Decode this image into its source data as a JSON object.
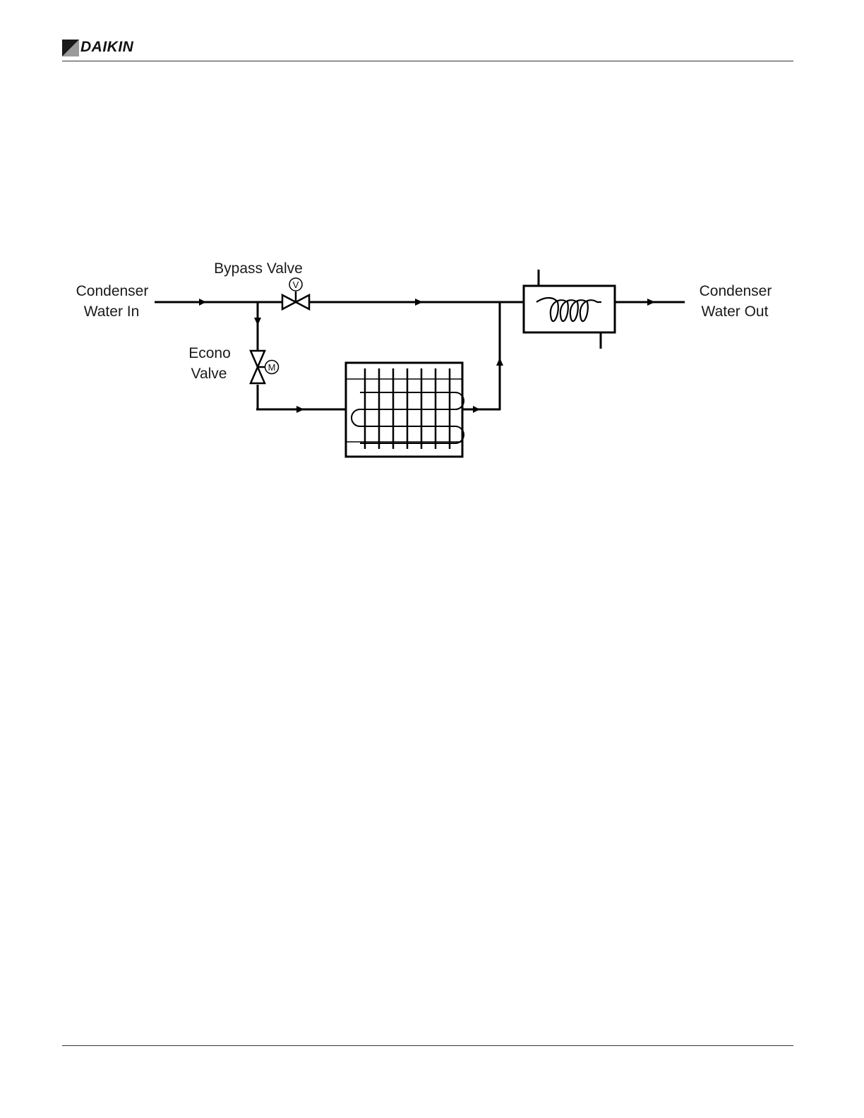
{
  "header": {
    "brand": "DAIKIN",
    "logo_icon": "daikin-logo-mark"
  },
  "diagram": {
    "labels": {
      "condenser_in_line1": "Condenser",
      "condenser_in_line2": "Water In",
      "bypass_valve": "Bypass Valve",
      "econo_line1": "Econo",
      "econo_line2": "Valve",
      "condenser_out_line1": "Condenser",
      "condenser_out_line2": "Water Out"
    },
    "symbols": {
      "bypass_actuator": "V",
      "econo_actuator": "M"
    },
    "line_color": "#000000"
  }
}
